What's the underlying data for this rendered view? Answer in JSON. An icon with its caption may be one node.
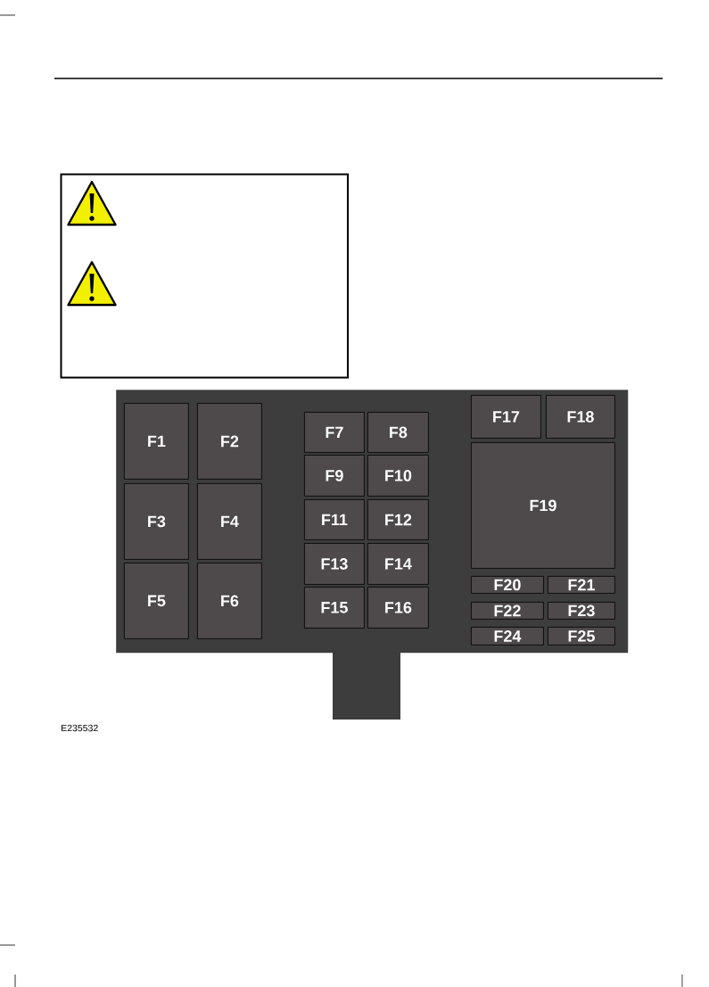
{
  "diagram": {
    "nodes": [
      {
        "text": [],
        "shape": "box"
      },
      {
        "text": [
          "F1"
        ],
        "in": 0
      },
      {
        "text": [
          "F2"
        ],
        "in": 0
      },
      {
        "text": [
          "F3"
        ],
        "in": 0
      },
      {
        "text": [
          "F4"
        ],
        "in": 0
      },
      {
        "text": [
          "F5"
        ],
        "in": 0
      },
      {
        "text": [
          "F6"
        ],
        "in": 0
      },
      {
        "text": [
          "F7"
        ],
        "in": 0
      },
      {
        "text": [
          "F8"
        ],
        "in": 0
      },
      {
        "text": [
          "F9"
        ],
        "in": 0
      },
      {
        "text": [
          "F10"
        ],
        "in": 0
      },
      {
        "text": [
          "F11"
        ],
        "in": 0
      },
      {
        "text": [
          "F12"
        ],
        "in": 0
      },
      {
        "text": [
          "F13"
        ],
        "in": 0
      },
      {
        "text": [
          "F14"
        ],
        "in": 0
      },
      {
        "text": [
          "F15"
        ],
        "in": 0
      },
      {
        "text": [
          "F16"
        ],
        "in": 0
      },
      {
        "text": [
          "F17"
        ],
        "in": 0
      },
      {
        "text": [
          "F18"
        ],
        "in": 0
      },
      {
        "text": [
          "F19"
        ],
        "in": 0
      },
      {
        "text": [
          "F20"
        ],
        "in": 0
      },
      {
        "text": [
          "F21"
        ],
        "in": 0
      },
      {
        "text": [
          "F22"
        ],
        "in": 0
      },
      {
        "text": [
          "F23"
        ],
        "in": 0
      },
      {
        "text": [
          "F24"
        ],
        "in": 0
      },
      {
        "text": [
          "F25"
        ],
        "in": 0
      }
    ],
    "labels": [
      "E235532"
    ]
  }
}
